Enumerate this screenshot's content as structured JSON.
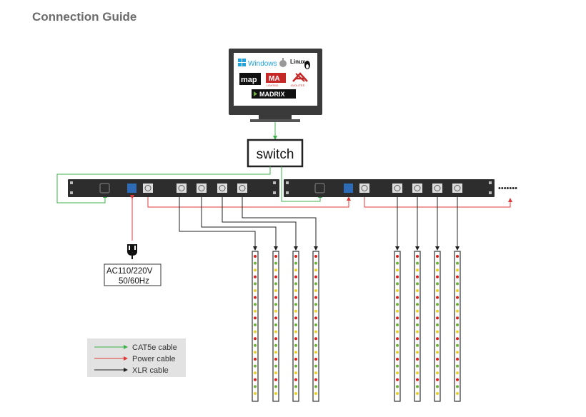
{
  "page": {
    "title": "Connection Guide"
  },
  "computer": {
    "os_labels": [
      "Windows",
      "Linux"
    ],
    "software_logos": [
      "map",
      "MA",
      "AVOLITES",
      "MADRIX"
    ],
    "ma_sub": "LIGHTING"
  },
  "switch": {
    "label": "switch"
  },
  "power": {
    "line1": "AC110/220V",
    "line2": "50/60Hz"
  },
  "continuation": "•••••••",
  "legend": {
    "items": [
      {
        "label": "CAT5e cable",
        "color": "#3cb04a"
      },
      {
        "label": "Power cable",
        "color": "#e03a3a"
      },
      {
        "label": "XLR cable",
        "color": "#222222"
      }
    ]
  },
  "colors": {
    "cat5e": "#3cb04a",
    "power": "#e03a3a",
    "xlr": "#222222",
    "rack": "#2d2d2d",
    "led_red": "#d82020",
    "led_green": "#6fb33a",
    "led_yellow": "#e8d02a"
  },
  "led_pattern": [
    "red",
    "green",
    "yellow"
  ]
}
